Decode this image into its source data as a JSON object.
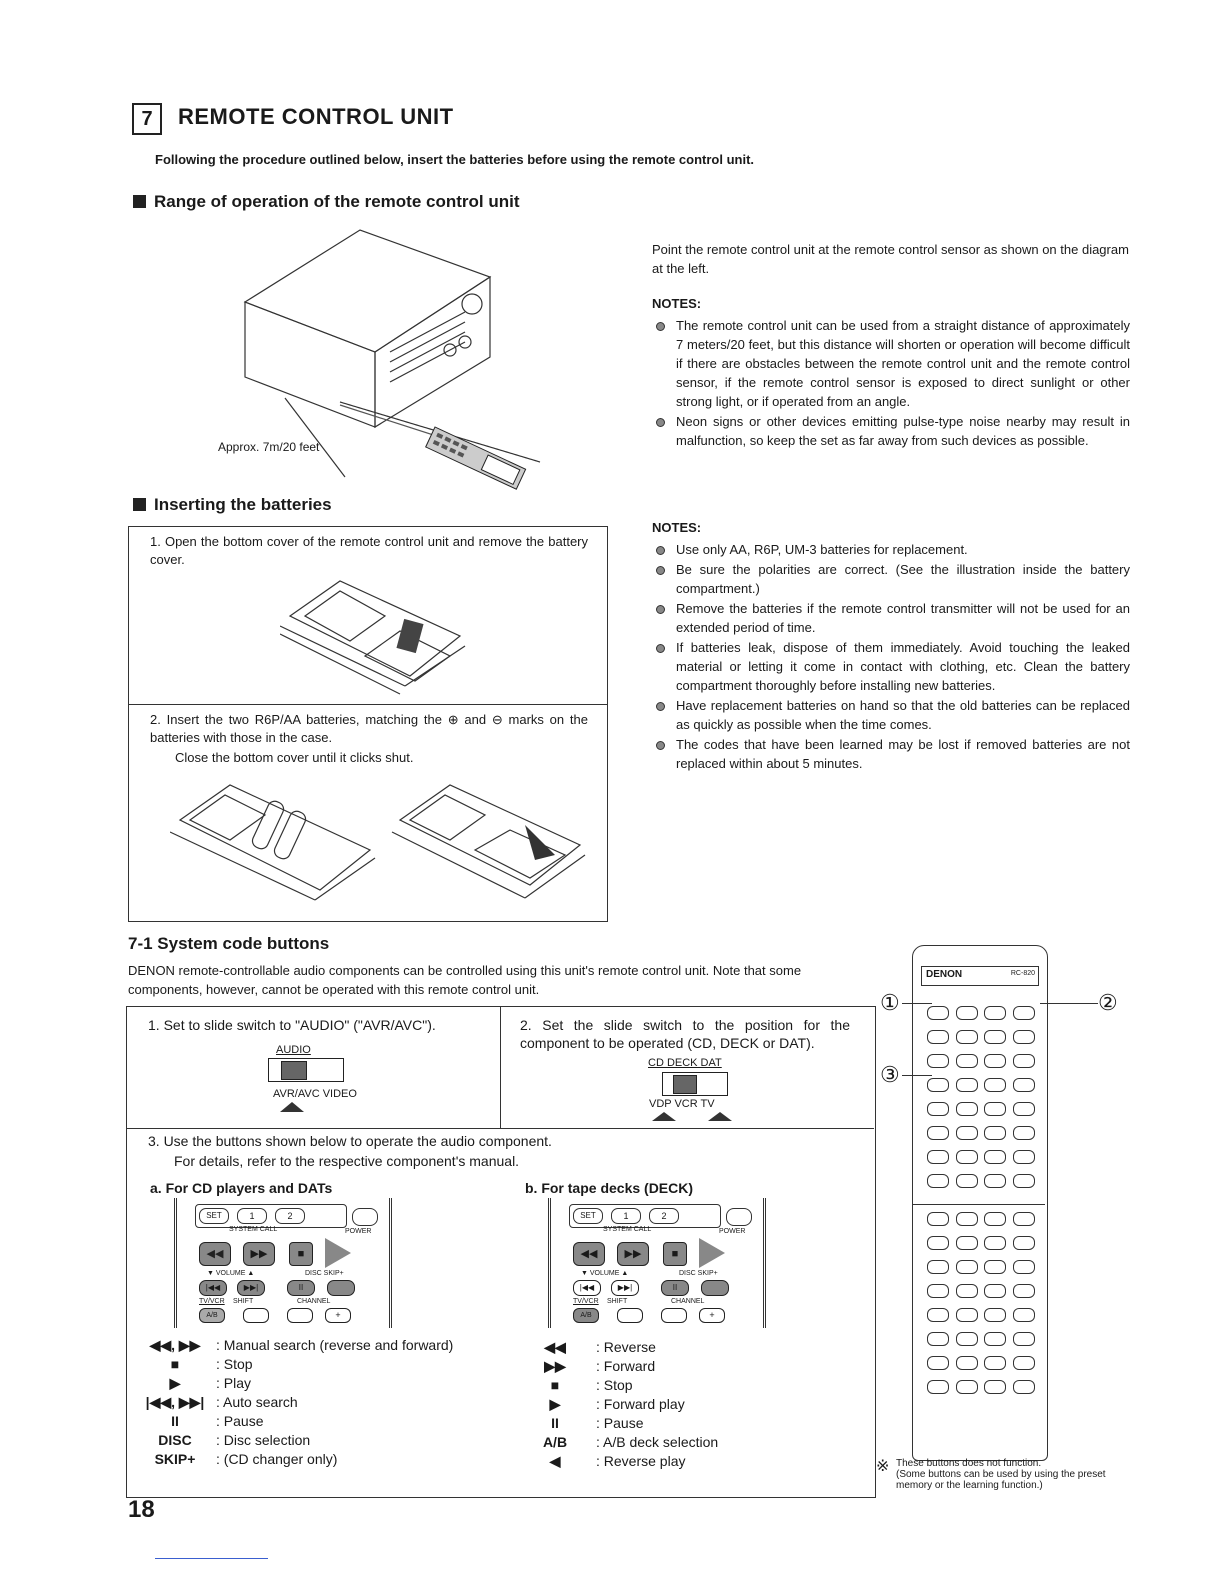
{
  "section": {
    "number": "7",
    "title": "REMOTE CONTROL UNIT"
  },
  "intro": "Following the procedure outlined below, insert the batteries before using the remote control unit.",
  "range": {
    "heading": "Range of operation of the remote control unit",
    "distance_label": "Approx. 7m/20 feet",
    "text": "Point the remote control unit at the remote control sensor as shown on the diagram at the left.",
    "notes_heading": "NOTES:",
    "notes": [
      "The remote control unit can be used from a straight distance of approximately 7 meters/20 feet, but this distance will shorten or operation will become difficult if there are obstacles between the remote control unit and the remote control sensor, if the remote control sensor is exposed to direct sunlight or other strong light, or if operated from an angle.",
      "Neon signs or other devices emitting pulse-type noise nearby may result in malfunction, so keep the set as far away from such devices as possible."
    ]
  },
  "batteries": {
    "heading": "Inserting the batteries",
    "step1": "1.  Open the bottom cover of the remote control unit and remove the battery cover.",
    "step2": "2.  Insert the two R6P/AA batteries, matching the ⊕ and ⊖ marks on the batteries with those in the case.",
    "step2b": "Close the bottom cover until it clicks shut.",
    "notes_heading": "NOTES:",
    "notes": [
      "Use only AA, R6P, UM-3 batteries for replacement.",
      "Be sure the polarities are correct. (See the illustration inside the battery compartment.)",
      "Remove the batteries if the remote control transmitter will not be used for an extended period of time.",
      "If batteries leak, dispose of them immediately. Avoid touching the leaked material or letting it come in contact with clothing, etc. Clean the battery compartment thoroughly before installing new batteries.",
      "Have replacement batteries on hand so that the old batteries can be replaced as quickly as possible when the time comes.",
      "The codes that have been learned may be lost if removed batteries are not replaced within about 5 minutes."
    ]
  },
  "system": {
    "heading": "7-1  System code buttons",
    "text": "DENON remote-controllable audio components can be controlled using this unit's remote control unit. Note that some components, however, cannot be operated with this remote control unit.",
    "step1": "1.  Set to slide switch to \"AUDIO\" (\"AVR/AVC\").",
    "step1_labels": {
      "top": "AUDIO",
      "bottom": "AVR/AVC  VIDEO"
    },
    "step2": "2.  Set the slide switch to the position for the component to be operated (CD, DECK or DAT).",
    "step2_labels": {
      "top": "CD DECK DAT",
      "bottom": "VDP VCR  TV"
    },
    "step3": "3.  Use the buttons shown below to operate the audio component.",
    "step3b": "For details, refer to the respective component's manual.",
    "sub_a": "a.  For CD players and DATs",
    "sub_b": "b.  For tape decks (DECK)",
    "remote_labels": {
      "set": "SET",
      "b1": "1",
      "b2": "2",
      "system_call": "SYSTEM CALL",
      "power": "POWER",
      "volume": "▼ VOLUME ▲",
      "disc_skip": "DISC SKIP+",
      "tvvcr": "TV/VCR",
      "ab": "A/B",
      "shift": "SHIFT",
      "channel": "CHANNEL",
      "plus": "+"
    },
    "legend_a": [
      {
        "sym": "◀◀, ▶▶",
        "desc": ": Manual search (reverse and forward)"
      },
      {
        "sym": "■",
        "desc": ": Stop"
      },
      {
        "sym": "▶",
        "desc": ": Play"
      },
      {
        "sym": "|◀◀, ▶▶|",
        "desc": ": Auto search"
      },
      {
        "sym": "II",
        "desc": ": Pause"
      },
      {
        "sym": "DISC",
        "desc": ": Disc selection"
      },
      {
        "sym": "SKIP+",
        "desc": ": (CD changer only)"
      }
    ],
    "legend_b": [
      {
        "sym": "◀◀",
        "desc": ": Reverse"
      },
      {
        "sym": "▶▶",
        "desc": ": Forward"
      },
      {
        "sym": "■",
        "desc": ": Stop"
      },
      {
        "sym": "▶",
        "desc": ": Forward play"
      },
      {
        "sym": "II",
        "desc": ": Pause"
      },
      {
        "sym": "A/B",
        "desc": ": A/B deck selection"
      },
      {
        "sym": "◀",
        "desc": ": Reverse play"
      }
    ]
  },
  "remote": {
    "brand": "DENON",
    "model": "RC-820",
    "callouts": [
      "①",
      "②",
      "③"
    ],
    "footnote_mark": "※",
    "footnote": "These buttons does not function.",
    "footnote2": "(Some buttons can be used by using the preset memory or the learning function.)"
  },
  "page_number": "18"
}
